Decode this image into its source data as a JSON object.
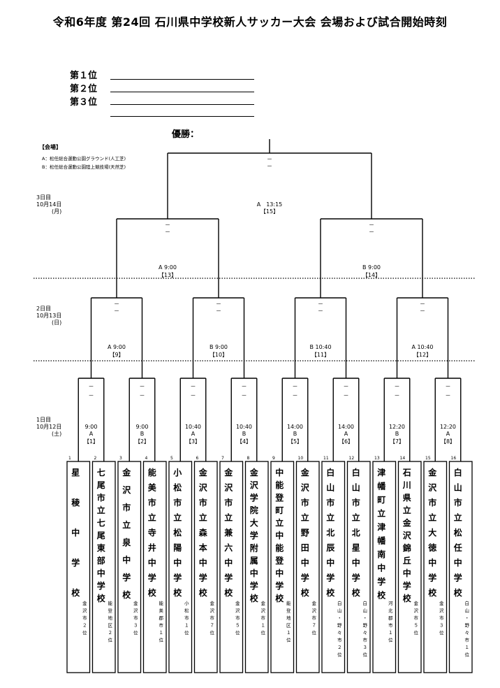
{
  "title": "令和6年度 第24回 石川県中学校新人サッカー大会 会場および試合開始時刻",
  "ranks": [
    "第１位",
    "第２位",
    "第３位"
  ],
  "champion_label": "優勝：",
  "venues": {
    "heading": "【会場】",
    "items": [
      "A：松任総合運動公園グラウンド(人工芝)",
      "B：松任総合運動公園陸上競技場(天然芝)"
    ]
  },
  "days": [
    {
      "date": "3日目",
      "sub": "10月14日",
      "weekday": "(月)"
    },
    {
      "date": "2日目",
      "sub": "10月13日",
      "weekday": "(日)"
    },
    {
      "date": "1日目",
      "sub": "10月12日",
      "weekday": "(土)"
    }
  ],
  "score_placeholder": "－",
  "matches_r1": [
    {
      "time": "9:00",
      "venue": "A",
      "no": "【1】"
    },
    {
      "time": "9:00",
      "venue": "B",
      "no": "【2】"
    },
    {
      "time": "10:40",
      "venue": "A",
      "no": "【3】"
    },
    {
      "time": "10:40",
      "venue": "B",
      "no": "【4】"
    },
    {
      "time": "14:00",
      "venue": "B",
      "no": "【5】"
    },
    {
      "time": "14:00",
      "venue": "A",
      "no": "【6】"
    },
    {
      "time": "12:20",
      "venue": "B",
      "no": "【7】"
    },
    {
      "time": "12:20",
      "venue": "A",
      "no": "【8】"
    }
  ],
  "matches_r2": [
    {
      "label": "A 9:00",
      "no": "【9】"
    },
    {
      "label": "B 9:00",
      "no": "【10】"
    },
    {
      "label": "B 10:40",
      "no": "【11】"
    },
    {
      "label": "A 10:40",
      "no": "【12】"
    }
  ],
  "matches_r3": [
    {
      "label": "A 9:00",
      "no": "【13】"
    },
    {
      "label": "B 9:00",
      "no": "【14】"
    }
  ],
  "final": {
    "label": "A　13:15",
    "no": "【15】"
  },
  "teams": [
    {
      "seed": "1",
      "name": "星　稜　中　学　校",
      "region": "金沢市２位"
    },
    {
      "seed": "2",
      "name": "七尾市立七尾東部中学校",
      "region": "能登地区２位"
    },
    {
      "seed": "3",
      "name": "金沢市立泉中学校",
      "region": "金沢市３位"
    },
    {
      "seed": "4",
      "name": "能美市立寺井中学校",
      "region": "能美郡市１位"
    },
    {
      "seed": "5",
      "name": "小松市立松陽中学校",
      "region": "小松市１位"
    },
    {
      "seed": "6",
      "name": "金沢市立森本中学校",
      "region": "金沢市７位"
    },
    {
      "seed": "7",
      "name": "金沢市立兼六中学校",
      "region": "金沢市５位"
    },
    {
      "seed": "8",
      "name": "金沢学院大学附属中学校",
      "region": "金沢市１位"
    },
    {
      "seed": "9",
      "name": "中能登町立中能登中学校",
      "region": "能登地区１位"
    },
    {
      "seed": "10",
      "name": "金沢市立野田中学校",
      "region": "金沢市７位"
    },
    {
      "seed": "11",
      "name": "白山市立北辰中学校",
      "region": "白山・野々市２位"
    },
    {
      "seed": "12",
      "name": "白山市立北星中学校",
      "region": "白山・野々市３位"
    },
    {
      "seed": "13",
      "name": "津幡町立津幡南中学校",
      "region": "河北郡市１位"
    },
    {
      "seed": "14",
      "name": "石川県立金沢錦丘中学校",
      "region": "金沢市５位"
    },
    {
      "seed": "15",
      "name": "金沢市立大徳中学校",
      "region": "金沢市３位"
    },
    {
      "seed": "16",
      "name": "白山市立松任中学校",
      "region": "白山・野々市１位"
    }
  ]
}
